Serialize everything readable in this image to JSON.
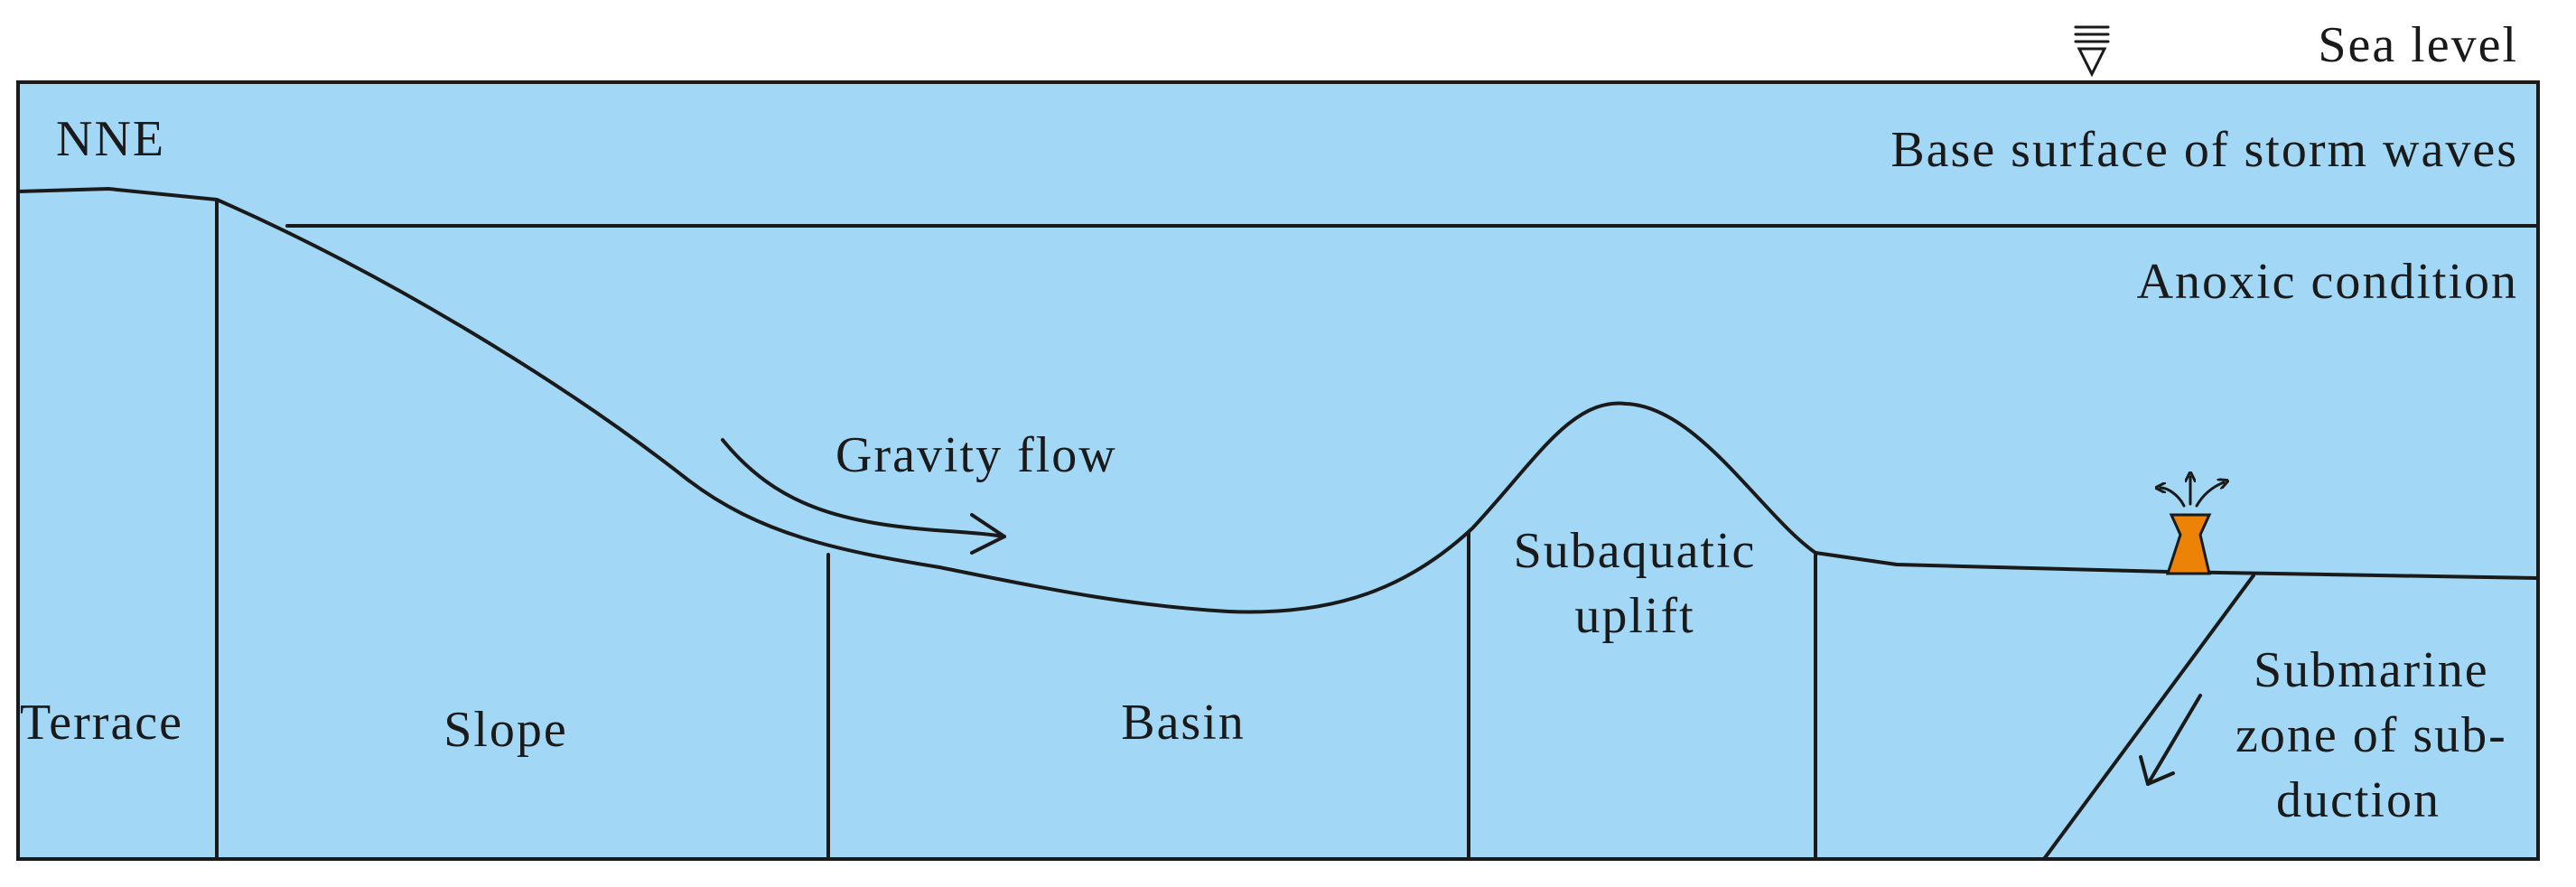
{
  "colors": {
    "water": "#a2d7f5",
    "sediment": "#ec8206",
    "line": "#1a1a1a",
    "background": "#ffffff"
  },
  "labels": {
    "sea_level": "Sea level",
    "direction": "NNE",
    "storm_wave_base": "Base surface of storm waves",
    "anoxic": "Anoxic condition",
    "gravity_flow": "Gravity flow",
    "terrace": "Terrace",
    "slope": "Slope",
    "basin": "Basin",
    "uplift_line1": "Subaquatic",
    "uplift_line2": "uplift",
    "subduction_line1": "Submarine",
    "subduction_line2": "zone of sub-",
    "subduction_line3": "duction"
  },
  "icons": {
    "sea_level_marker": "water-level-triangle-icon",
    "vent": "hydrothermal-vent-icon",
    "gravity_arrow": "curved-arrow-icon",
    "subduction_arrow": "diagonal-arrow-icon"
  }
}
